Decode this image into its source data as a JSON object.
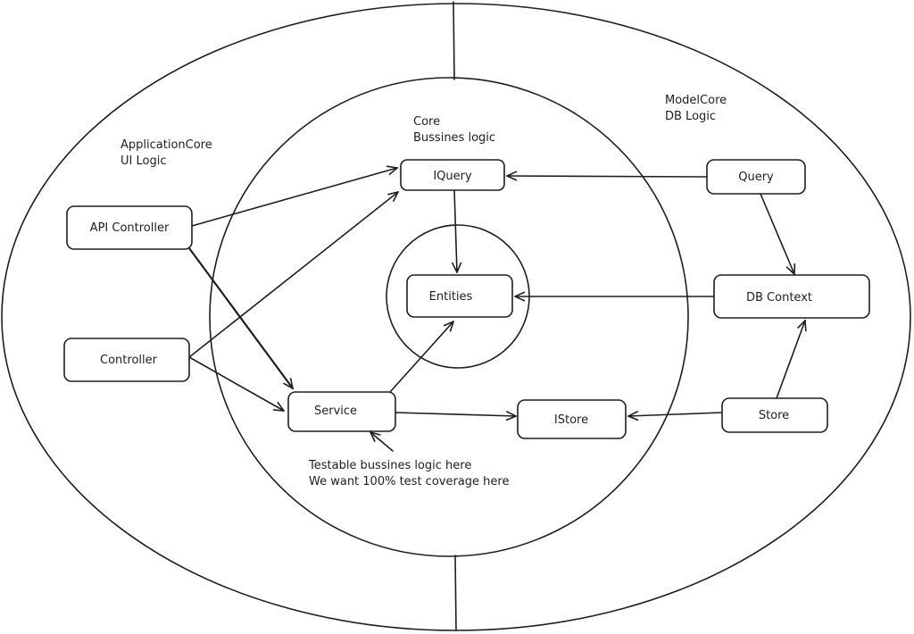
{
  "zones": {
    "application_core": {
      "title": "ApplicationCore",
      "subtitle": "UI Logic"
    },
    "core": {
      "title": "Core",
      "subtitle": "Bussines logic"
    },
    "model_core": {
      "title": "ModelCore",
      "subtitle": "DB Logic"
    }
  },
  "nodes": {
    "iquery": "IQuery",
    "api_controller": "API Controller",
    "entities": "Entities",
    "query": "Query",
    "db_context": "DB Context",
    "controller": "Controller",
    "service": "Service",
    "istore": "IStore",
    "store": "Store"
  },
  "annotation": {
    "line1": "Testable bussines logic here",
    "line2": "We want 100% test coverage here"
  },
  "edges": [
    [
      "API Controller",
      "IQuery"
    ],
    [
      "Controller",
      "IQuery"
    ],
    [
      "API Controller",
      "Service"
    ],
    [
      "Controller",
      "Service"
    ],
    [
      "IQuery",
      "Entities"
    ],
    [
      "Query",
      "IQuery"
    ],
    [
      "Query",
      "DB Context"
    ],
    [
      "DB Context",
      "Entities"
    ],
    [
      "Service",
      "Entities"
    ],
    [
      "Service",
      "IStore"
    ],
    [
      "Store",
      "IStore"
    ],
    [
      "Store",
      "DB Context"
    ]
  ]
}
